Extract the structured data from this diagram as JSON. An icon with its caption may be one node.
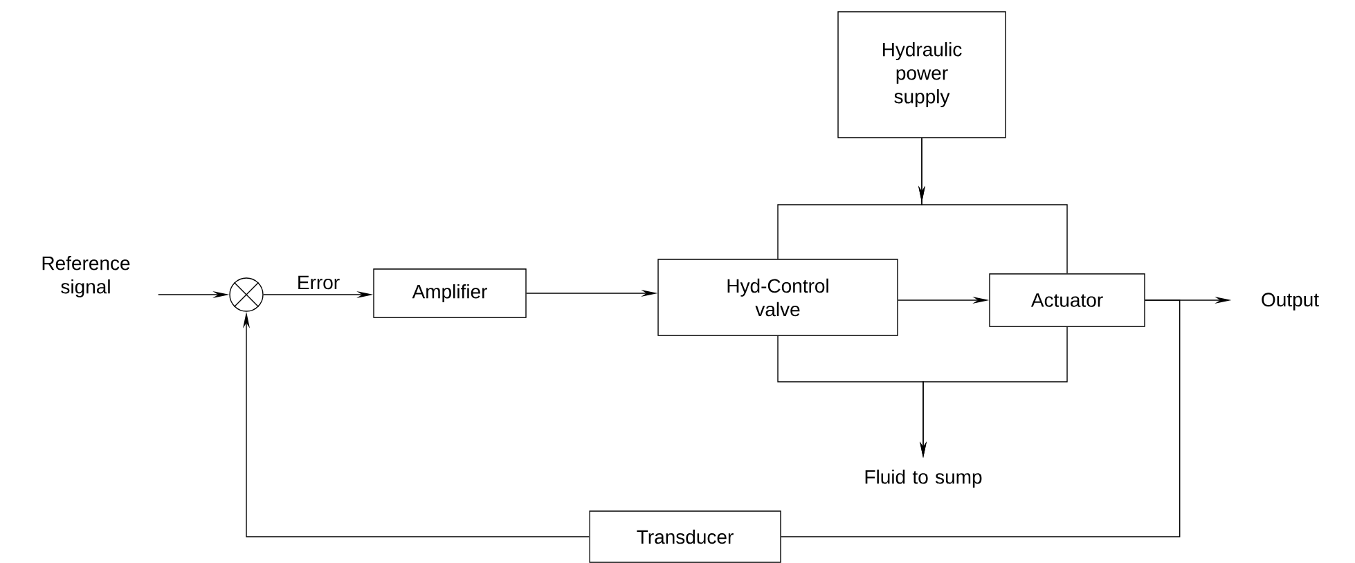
{
  "diagram": {
    "nodes": [
      {
        "text": [
          "Reference signal"
        ]
      },
      {
        "text": [],
        "shape": "circle"
      },
      {
        "text": [
          "Amplifier"
        ]
      },
      {
        "text": [
          "Hydraulic power supply"
        ]
      },
      {
        "text": [
          "Hyd-Control valve"
        ]
      },
      {
        "text": [
          "Actuator"
        ]
      },
      {
        "text": [
          "Output"
        ]
      },
      {
        "text": [
          "Fluid to sump"
        ]
      },
      {
        "text": [
          "Transducer"
        ]
      }
    ],
    "edges": [
      {
        "from": 0,
        "to": 1,
        "arrow": "to"
      },
      {
        "from": 1,
        "to": 2,
        "arrow": "to",
        "label": "Error"
      },
      {
        "from": 2,
        "to": 4,
        "arrow": "to"
      },
      {
        "from": 4,
        "to": 5,
        "arrow": "to"
      },
      {
        "from": 3,
        "to": 4,
        "arrow": "to"
      },
      {
        "from": 3,
        "to": 5,
        "arrow": "to"
      },
      {
        "from": 4,
        "to": 7,
        "arrow": "to"
      },
      {
        "from": 5,
        "to": 7,
        "arrow": "to"
      },
      {
        "from": 5,
        "to": 6,
        "arrow": "to"
      },
      {
        "from": 5,
        "to": 8,
        "arrow": "none"
      },
      {
        "from": 8,
        "to": 1,
        "arrow": "to"
      }
    ]
  }
}
